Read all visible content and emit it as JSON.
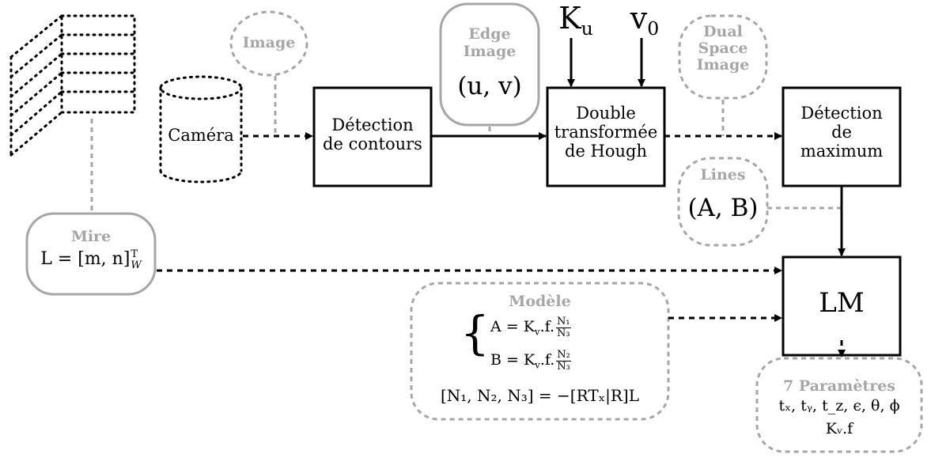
{
  "nodes": {
    "image_bubble": "Image",
    "camera": "Caméra",
    "contour_detection": [
      "Détection",
      "de contours"
    ],
    "edge_image": {
      "title": [
        "Edge",
        "Image"
      ],
      "vars": "(u, v)"
    },
    "hough": [
      "Double",
      "transformée",
      "de Hough"
    ],
    "dual_space": [
      "Dual",
      "Space",
      "Image"
    ],
    "max_detection": [
      "Détection",
      "de",
      "maximum"
    ],
    "lines": {
      "title": "Lines",
      "vars": "(A, B)"
    },
    "lm": "LM",
    "mire": {
      "title": "Mire",
      "eq_lhs": "L = [m, n]",
      "eq_sup": "T",
      "eq_sub": "W"
    },
    "model": {
      "title": "Modèle",
      "eq_a": "A = K",
      "eq_b": "B = K",
      "k_sub": "v",
      "eq_mid": ".f.",
      "frac_a_num": "N₁",
      "frac_a_den": "N₃",
      "frac_b_num": "N₂",
      "frac_b_den": "N₃",
      "eq_bottom": "[N₁, N₂, N₃] = −[RTₓ|R]L"
    },
    "params": {
      "title": "7 Paramètres",
      "line1": "tₓ, tᵧ, t_z, ϵ, θ, ϕ",
      "line2": "Kᵥ.f"
    }
  },
  "inputs": {
    "ku": {
      "base": "K",
      "sub": "u"
    },
    "v0": {
      "base": "v",
      "sub": "0"
    }
  }
}
